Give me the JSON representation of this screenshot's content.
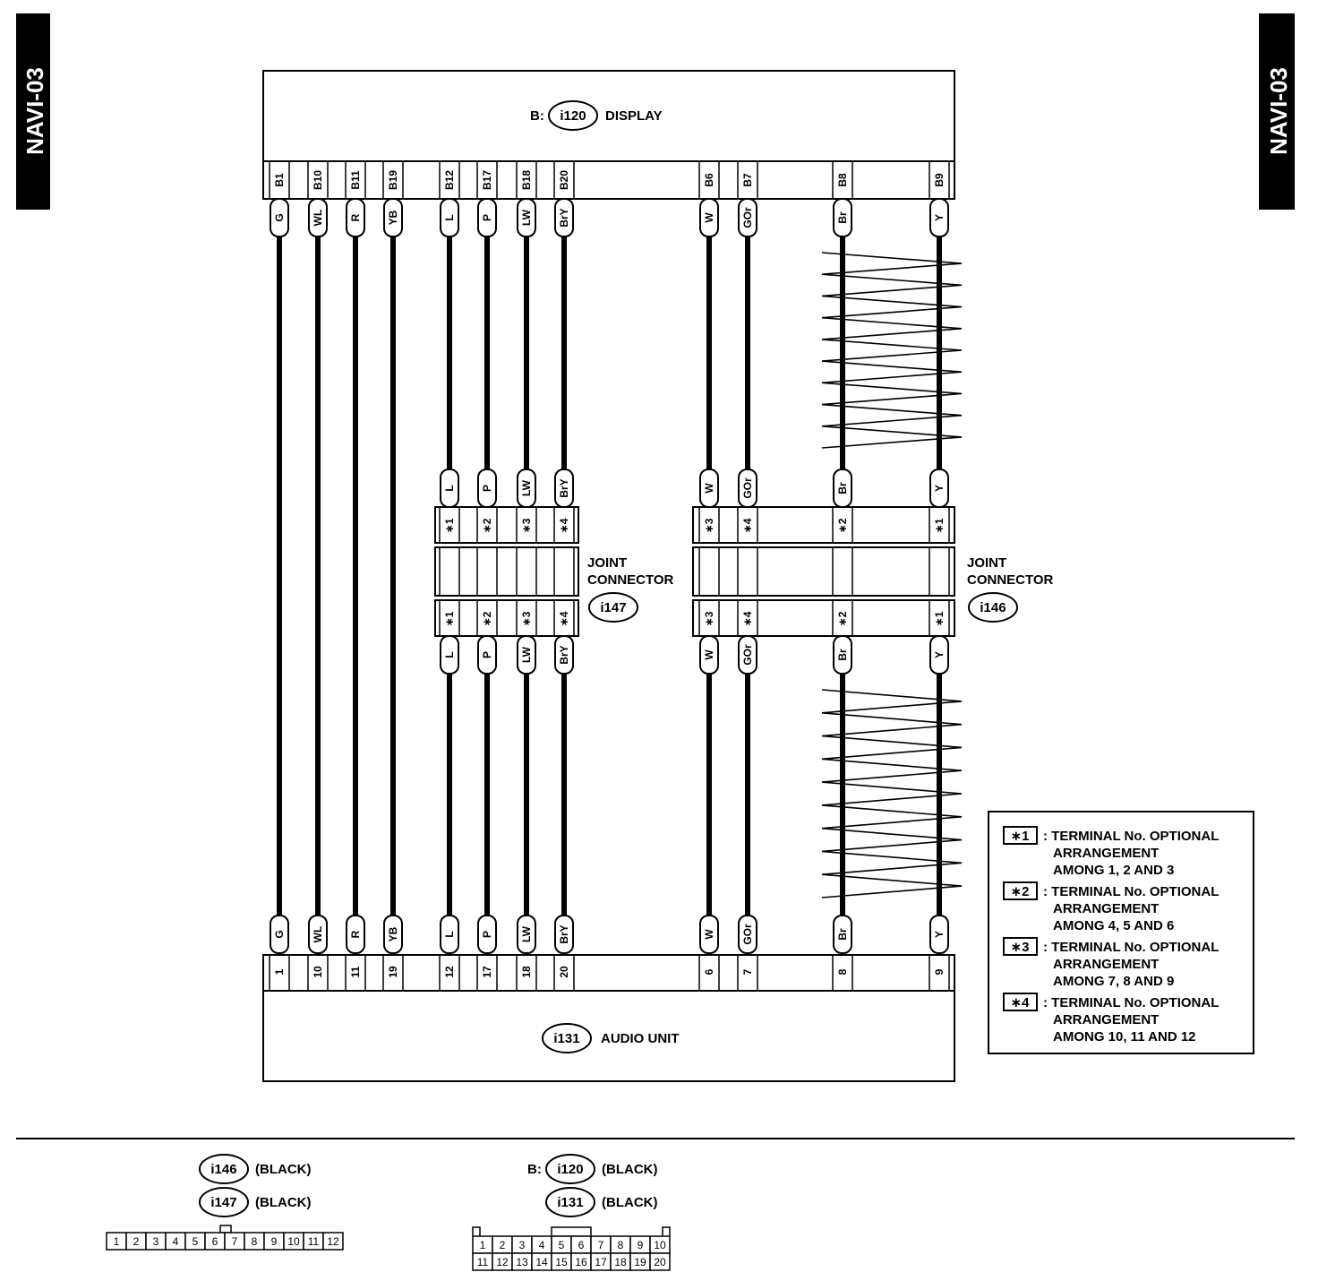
{
  "page_code": "NAVI-03",
  "display": {
    "prefix": "B:",
    "connector": "i120",
    "name": "DISPLAY"
  },
  "audio_unit": {
    "connector": "i131",
    "name": "AUDIO UNIT"
  },
  "joint_connector_i147": {
    "line1": "JOINT",
    "line2": "CONNECTOR",
    "connector": "i147"
  },
  "joint_connector_i146": {
    "line1": "JOINT",
    "line2": "CONNECTOR",
    "connector": "i146"
  },
  "wires": [
    {
      "top_pin": "B1",
      "color": "G",
      "bottom_pin": "1",
      "joint": null,
      "joint_terminal": null
    },
    {
      "top_pin": "B10",
      "color": "WL",
      "bottom_pin": "10",
      "joint": null,
      "joint_terminal": null
    },
    {
      "top_pin": "B11",
      "color": "R",
      "bottom_pin": "11",
      "joint": null,
      "joint_terminal": null
    },
    {
      "top_pin": "B19",
      "color": "YB",
      "bottom_pin": "19",
      "joint": null,
      "joint_terminal": null
    },
    {
      "top_pin": "B12",
      "color": "L",
      "bottom_pin": "12",
      "joint": "i147",
      "joint_terminal": "*1"
    },
    {
      "top_pin": "B17",
      "color": "P",
      "bottom_pin": "17",
      "joint": "i147",
      "joint_terminal": "*2"
    },
    {
      "top_pin": "B18",
      "color": "LW",
      "bottom_pin": "18",
      "joint": "i147",
      "joint_terminal": "*3"
    },
    {
      "top_pin": "B20",
      "color": "BrY",
      "bottom_pin": "20",
      "joint": "i147",
      "joint_terminal": "*4"
    },
    {
      "top_pin": "B6",
      "color": "W",
      "bottom_pin": "6",
      "joint": "i146",
      "joint_terminal": "*3"
    },
    {
      "top_pin": "B7",
      "color": "GOr",
      "bottom_pin": "7",
      "joint": "i146",
      "joint_terminal": "*4"
    },
    {
      "top_pin": "B8",
      "color": "Br",
      "bottom_pin": "8",
      "joint": "i146",
      "joint_terminal": "*2",
      "twisted": true
    },
    {
      "top_pin": "B9",
      "color": "Y",
      "bottom_pin": "9",
      "joint": "i146",
      "joint_terminal": "*1",
      "twisted": true
    }
  ],
  "legend": [
    {
      "key": "*1",
      "line1": ": TERMINAL No. OPTIONAL",
      "line2": "ARRANGEMENT",
      "line3": "AMONG 1, 2 AND 3"
    },
    {
      "key": "*2",
      "line1": ": TERMINAL No. OPTIONAL",
      "line2": "ARRANGEMENT",
      "line3": "AMONG 4, 5 AND 6"
    },
    {
      "key": "*3",
      "line1": ": TERMINAL No. OPTIONAL",
      "line2": "ARRANGEMENT",
      "line3": "AMONG 7, 8 AND 9"
    },
    {
      "key": "*4",
      "line1": ": TERMINAL No. OPTIONAL",
      "line2": "ARRANGEMENT",
      "line3": "AMONG 10, 11 AND 12"
    }
  ],
  "connector_views": {
    "i146": {
      "connector": "i146",
      "color": "(BLACK)"
    },
    "i147": {
      "connector": "i147",
      "color": "(BLACK)"
    },
    "i120": {
      "prefix": "B:",
      "connector": "i120",
      "color": "(BLACK)"
    },
    "i131": {
      "connector": "i131",
      "color": "(BLACK)"
    },
    "joint_grid": [
      "1",
      "2",
      "3",
      "4",
      "5",
      "6",
      "7",
      "8",
      "9",
      "10",
      "11",
      "12"
    ],
    "unit_grid_top": [
      "1",
      "2",
      "3",
      "4",
      "5",
      "6",
      "7",
      "8",
      "9",
      "10"
    ],
    "unit_grid_bottom": [
      "11",
      "12",
      "13",
      "14",
      "15",
      "16",
      "17",
      "18",
      "19",
      "20"
    ]
  }
}
